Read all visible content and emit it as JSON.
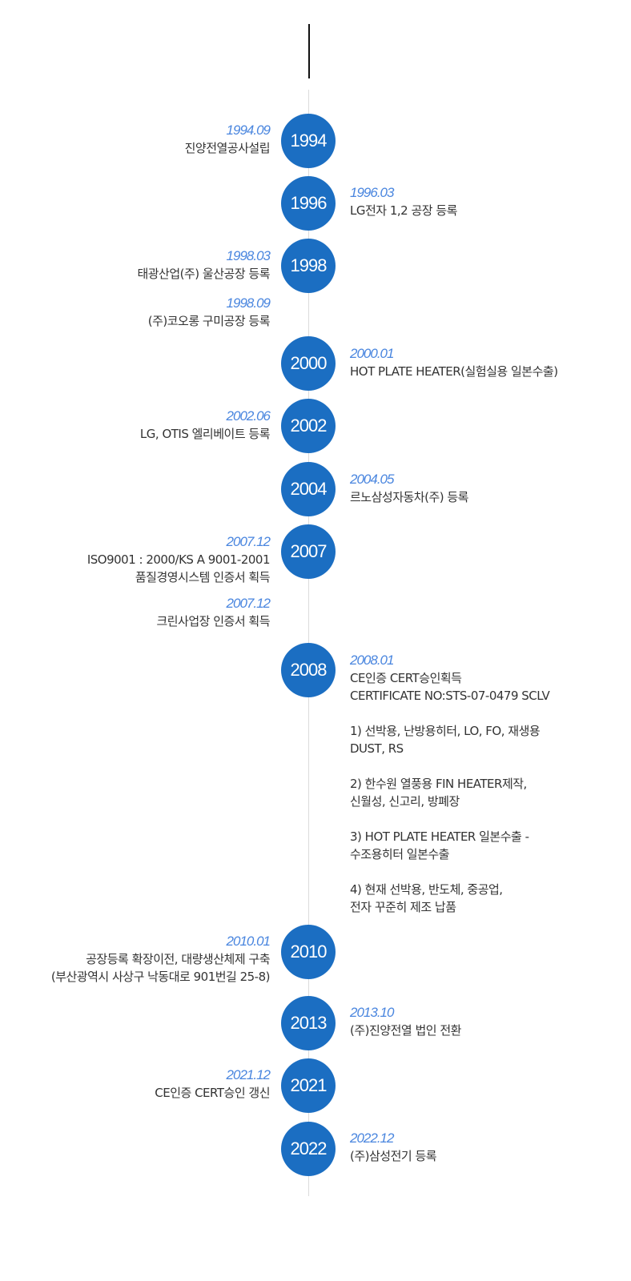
{
  "circles": [
    "1994",
    "1996",
    "1998",
    "2000",
    "2002",
    "2004",
    "2007",
    "2008",
    "2010",
    "2013",
    "2021",
    "2022"
  ],
  "entries": [
    {
      "date": "1994.09",
      "desc": "진양전열공사설립"
    },
    {
      "date": "1996.03",
      "desc": "LG전자 1,2 공장 등록"
    },
    {
      "date": "1998.03",
      "desc": "태광산업(주) 울산공장 등록"
    },
    {
      "date": "1998.09",
      "desc": "(주)코오롱 구미공장 등록"
    },
    {
      "date": "2000.01",
      "desc": "HOT PLATE HEATER(실험실용 일본수출)"
    },
    {
      "date": "2002.06",
      "desc": "LG, OTIS 엘리베이트 등록"
    },
    {
      "date": "2004.05",
      "desc": "르노삼성자동차(주) 등록"
    },
    {
      "date": "2007.12",
      "desc": "ISO9001 : 2000/KS A 9001-2001\n품질경영시스템 인증서 획득"
    },
    {
      "date": "2007.12",
      "desc": "크린사업장 인증서 획득"
    },
    {
      "date": "2008.01",
      "desc": "CE인증 CERT승인획득\nCERTIFICATE NO:STS-07-0479 SCLV\n\n1) 선박용, 난방용히터, LO, FO, 재생용\nDUST, RS\n\n2) 한수원 열풍용 FIN HEATER제작,\n신월성, 신고리, 방폐장\n\n3) HOT PLATE HEATER 일본수출 -\n수조용히터 일본수출\n\n4) 현재 선박용, 반도체, 중공업,\n전자 꾸준히 제조 납품"
    },
    {
      "date": "2010.01",
      "desc": "공장등록 확장이전, 대량생산체제 구축\n(부산광역시 사상구 낙동대로 901번길 25-8)"
    },
    {
      "date": "2013.10",
      "desc": "(주)진양전열 법인 전환"
    },
    {
      "date": "2021.12",
      "desc": "CE인증 CERT승인 갱신"
    },
    {
      "date": "2022.12",
      "desc": "(주)삼성전기 등록"
    }
  ]
}
